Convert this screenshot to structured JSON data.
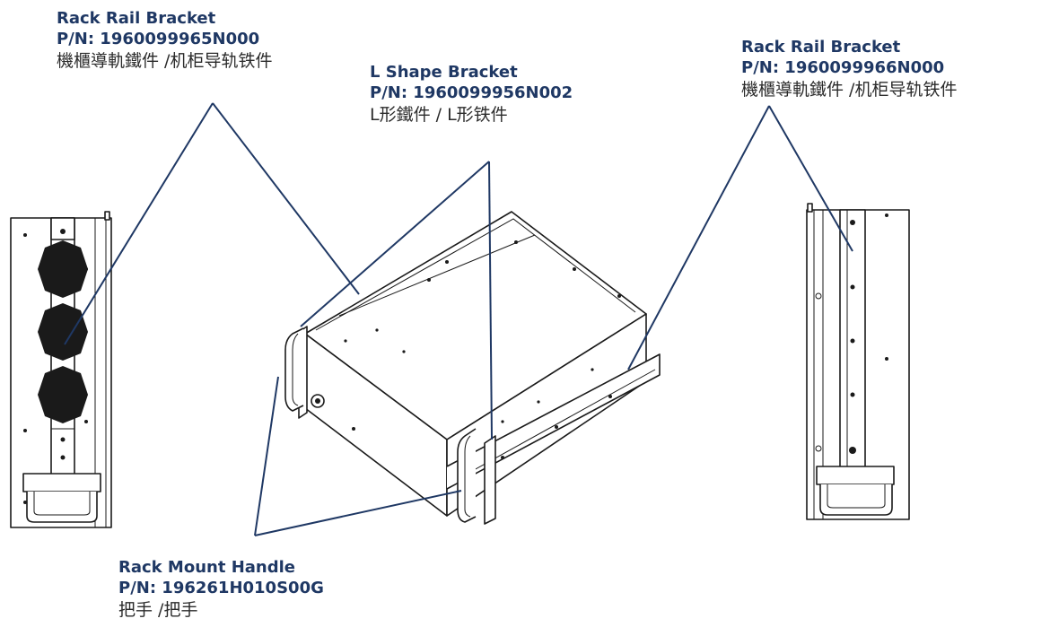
{
  "labels": {
    "left_bracket": {
      "title": "Rack Rail Bracket",
      "pn": "P/N: 1960099965N000",
      "cn": "機櫃導軌鐵件 /机柜导轨铁件"
    },
    "l_shape": {
      "title": "L Shape Bracket",
      "pn": "P/N: 1960099956N002",
      "cn": "L形鐵件 / L形铁件"
    },
    "right_bracket": {
      "title": "Rack Rail Bracket",
      "pn": "P/N: 1960099966N000",
      "cn": "機櫃導軌鐵件 /机柜导轨铁件"
    },
    "handle": {
      "title": "Rack Mount Handle",
      "pn": "P/N: 196261H010S00G",
      "cn": "把手 /把手"
    }
  },
  "colors": {
    "callout": "#1f3864",
    "drawing": "#1a1a1a",
    "background": "#ffffff"
  }
}
